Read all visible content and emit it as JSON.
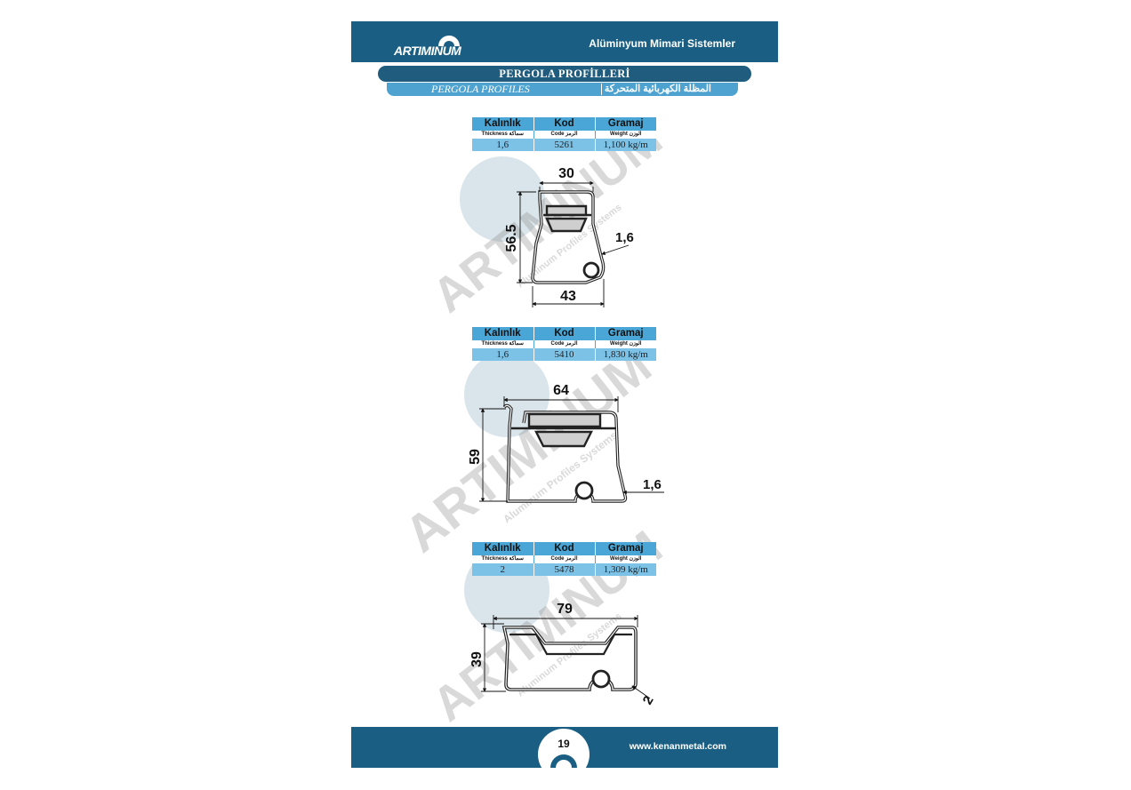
{
  "header": {
    "brand": "ARTIMINUM",
    "title": "Alüminyum Mimari Sistemler"
  },
  "section": {
    "title": "PERGOLA PROFİLLERİ",
    "subtitle_en": "PERGOLA PROFILES",
    "subtitle_ar": "المظلة الكهربائية المتحركة"
  },
  "table_headers": {
    "thickness": "Kalınlık",
    "code": "Kod",
    "weight": "Gramaj",
    "thickness_sub": "Thickness سماكة",
    "code_sub": "Code الرمز",
    "weight_sub": "Weight الوزن"
  },
  "profiles": [
    {
      "thickness": "1,6",
      "code": "5261",
      "weight": "1,100 kg/m",
      "dims": {
        "top": "30",
        "height": "56.5",
        "bottom": "43",
        "wall": "1,6"
      }
    },
    {
      "thickness": "1,6",
      "code": "5410",
      "weight": "1,830 kg/m",
      "dims": {
        "top": "64",
        "height": "59",
        "wall": "1,6"
      }
    },
    {
      "thickness": "2",
      "code": "5478",
      "weight": "1,309 kg/m",
      "dims": {
        "top": "79",
        "height": "39",
        "wall": "2"
      }
    }
  ],
  "watermark": {
    "brand": "ARTIMINUM",
    "tagline": "Aluminum Profiles Systems"
  },
  "footer": {
    "page": "19",
    "url": "www.kenanmetal.com"
  },
  "colors": {
    "dark_blue": "#1a5f83",
    "mid_blue": "#4aa6d6",
    "light_blue": "#7cc1e6"
  }
}
